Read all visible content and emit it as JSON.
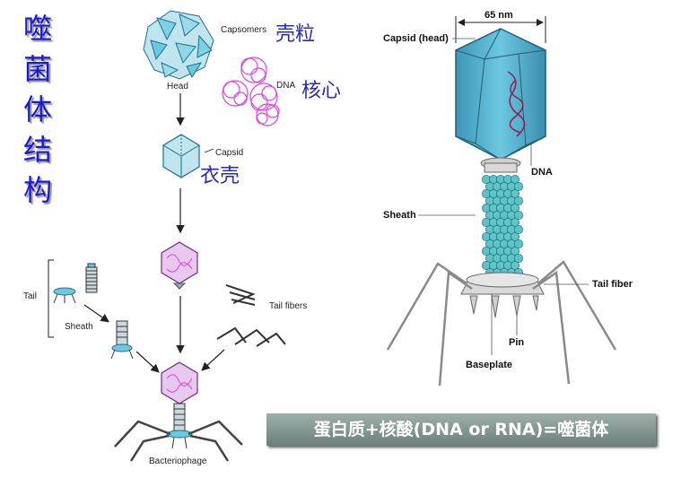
{
  "title_chars": [
    "噬",
    "菌",
    "体",
    "结",
    "构"
  ],
  "left": {
    "capsomers": "Capsomers",
    "capsomers_cn": "壳粒",
    "dna": "DNA",
    "dna_cn": "核心",
    "head": "Head",
    "capsid": "Capsid",
    "capsid_cn": "衣壳",
    "tail": "Tail",
    "sheath": "Sheath",
    "tail_fibers": "Tail fibers",
    "bacteriophage": "Bacteriophage"
  },
  "right": {
    "dimension": "65 nm",
    "capsid_head": "Capsid (head)",
    "dna": "DNA",
    "sheath": "Sheath",
    "tail_fiber": "Tail fiber",
    "pin": "Pin",
    "baseplate": "Baseplate"
  },
  "formula": "蛋白质+核酸(DNA or RNA)=噬菌体",
  "colors": {
    "title": "#1a1ad0",
    "chinese_label": "#2a2ab8",
    "capsid": "#4fb3cf",
    "dna": "#e040e0",
    "formula_bg": "#8a9c97"
  }
}
